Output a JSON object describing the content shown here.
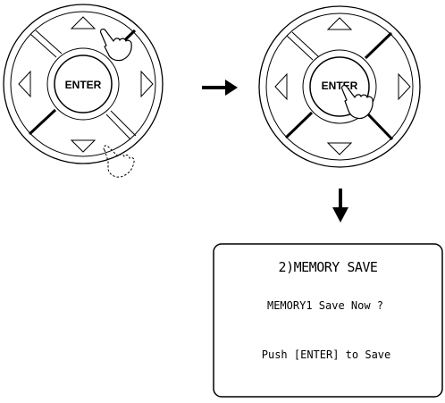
{
  "remote_left": {
    "enter_label": "ENTER"
  },
  "remote_right": {
    "enter_label": "ENTER"
  },
  "arrows": {
    "right_arrow_icon": "arrow-right-icon",
    "down_arrow_icon": "arrow-down-icon"
  },
  "display": {
    "title": "2)MEMORY SAVE",
    "line1": "MEMORY1 Save Now ?",
    "line2": "Push [ENTER] to Save"
  }
}
